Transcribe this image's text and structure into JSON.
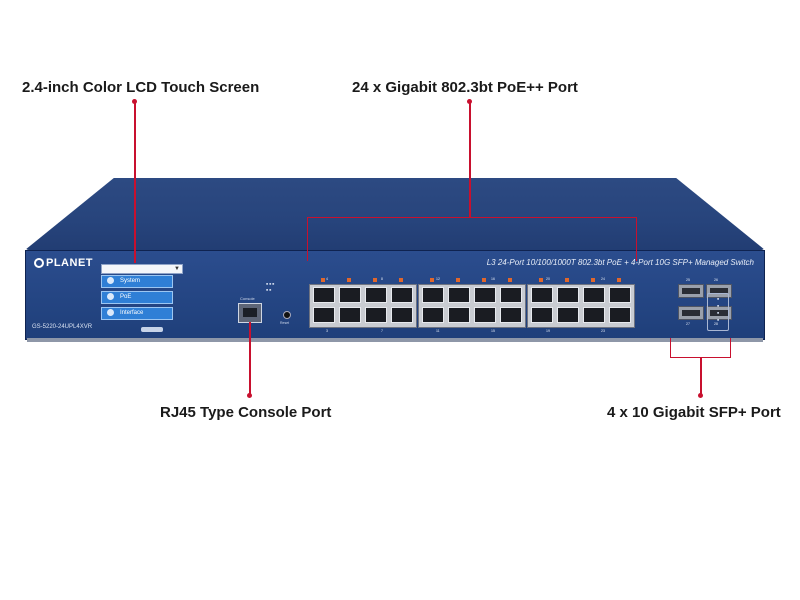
{
  "callouts": {
    "lcd": "2.4-inch Color LCD Touch Screen",
    "poe_ports": "24 x Gigabit 802.3bt PoE++ Port",
    "console": "RJ45 Type Console Port",
    "sfp": "4 x 10 Gigabit SFP+ Port"
  },
  "device": {
    "brand": "PLANET",
    "model": "GS-5220-24UPL4XVR",
    "header": "L3 24-Port 10/100/1000T 802.3bt PoE + 4-Port 10G SFP+ Managed Switch",
    "console_label": "Console",
    "reset_label": "Reset",
    "lcd_menu": [
      "System",
      "PoE",
      "Interface"
    ],
    "top_port_numbers": [
      "4",
      "8",
      "12",
      "16",
      "20",
      "24"
    ],
    "bottom_port_numbers": [
      "3",
      "7",
      "11",
      "15",
      "19",
      "23"
    ],
    "sfp_numbers_top": [
      "25",
      "26"
    ],
    "sfp_numbers_bottom": [
      "27",
      "28"
    ]
  },
  "colors": {
    "accent": "#c8102e",
    "chassis": "#27447c",
    "lcd_button": "#2f7fd6"
  }
}
